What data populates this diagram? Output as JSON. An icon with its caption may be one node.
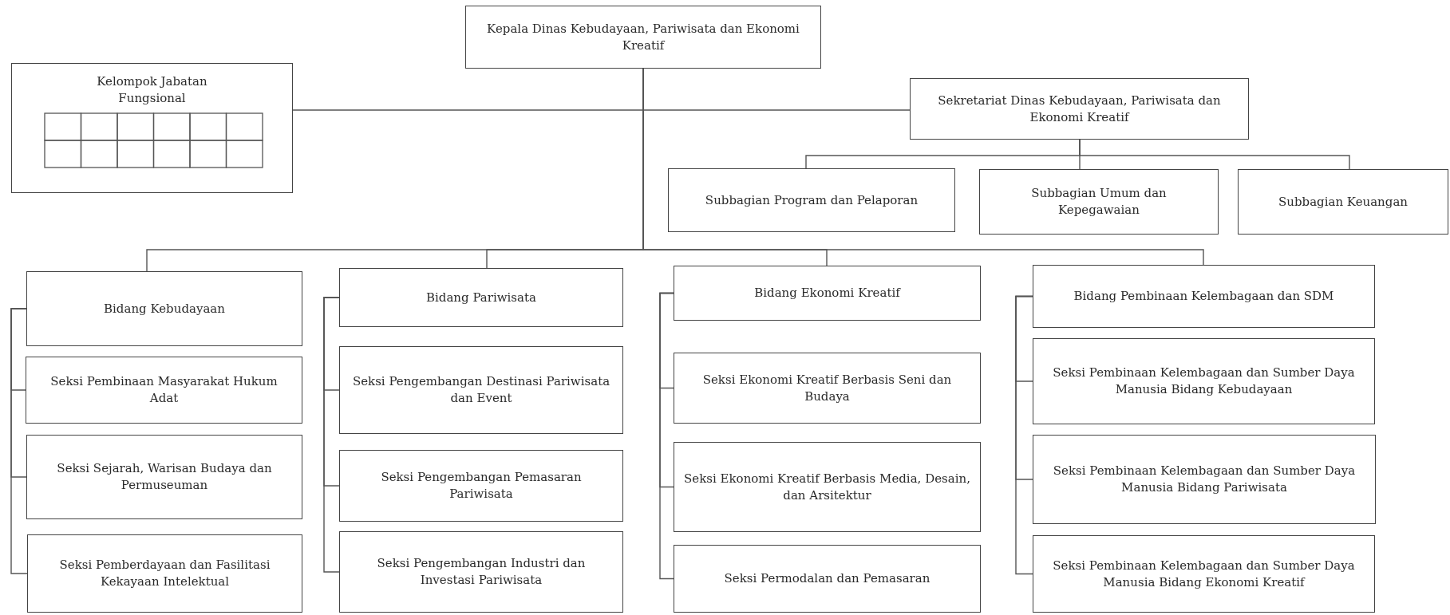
{
  "diagram": {
    "nodes": [
      {
        "text": [
          "Kepala Dinas Kebudayaan, Pariwisata dan Ekonomi Kreatif"
        ]
      },
      {
        "text": [
          "Kelompok Jabatan Fungsional"
        ]
      },
      {
        "text": [
          "Sekretariat Dinas Kebudayaan, Pariwisata dan Ekonomi Kreatif"
        ]
      },
      {
        "text": [
          "Subbagian Program dan Pelaporan"
        ]
      },
      {
        "text": [
          "Subbagian Umum dan Kepegawaian"
        ]
      },
      {
        "text": [
          "Subbagian Keuangan"
        ]
      },
      {
        "text": [
          "Bidang Kebudayaan"
        ]
      },
      {
        "text": [
          "Bidang Pariwisata"
        ]
      },
      {
        "text": [
          "Bidang Ekonomi Kreatif"
        ]
      },
      {
        "text": [
          "Bidang Pembinaan Kelembagaan dan SDM"
        ]
      },
      {
        "text": [
          "Seksi Pembinaan Masyarakat Hukum Adat"
        ]
      },
      {
        "text": [
          "Seksi Sejarah, Warisan Budaya dan Permuseuman"
        ]
      },
      {
        "text": [
          "Seksi Pemberdayaan dan Fasilitasi Kekayaan Intelektual"
        ]
      },
      {
        "text": [
          "Seksi Pengembangan Destinasi Pariwisata dan Event"
        ]
      },
      {
        "text": [
          "Seksi Pengembangan Pemasaran Pariwisata"
        ]
      },
      {
        "text": [
          "Seksi Pengembangan Industri dan Investasi Pariwisata"
        ]
      },
      {
        "text": [
          "Seksi Ekonomi Kreatif Berbasis Seni dan Budaya"
        ]
      },
      {
        "text": [
          "Seksi Ekonomi Kreatif Berbasis Media, Desain, dan Arsitektur"
        ]
      },
      {
        "text": [
          "Seksi Permodalan dan Pemasaran"
        ]
      },
      {
        "text": [
          "Seksi Pembinaan Kelembagaan dan Sumber Daya Manusia Bidang Kebudayaan"
        ]
      },
      {
        "text": [
          "Seksi Pembinaan Kelembagaan dan Sumber Daya Manusia Bidang Pariwisata"
        ]
      },
      {
        "text": [
          "Seksi Pembinaan Kelembagaan dan Sumber Daya Manusia Bidang Ekonomi Kreatif"
        ]
      }
    ],
    "edges": [
      {
        "from": 0,
        "to": 1,
        "arrow": "none"
      },
      {
        "from": 0,
        "to": 2,
        "arrow": "none"
      },
      {
        "from": 2,
        "to": 3,
        "arrow": "none"
      },
      {
        "from": 2,
        "to": 4,
        "arrow": "none"
      },
      {
        "from": 2,
        "to": 5,
        "arrow": "none"
      },
      {
        "from": 0,
        "to": 6,
        "arrow": "none"
      },
      {
        "from": 0,
        "to": 7,
        "arrow": "none"
      },
      {
        "from": 0,
        "to": 8,
        "arrow": "none"
      },
      {
        "from": 0,
        "to": 9,
        "arrow": "none"
      },
      {
        "from": 6,
        "to": 10,
        "arrow": "none"
      },
      {
        "from": 6,
        "to": 11,
        "arrow": "none"
      },
      {
        "from": 6,
        "to": 12,
        "arrow": "none"
      },
      {
        "from": 7,
        "to": 13,
        "arrow": "none"
      },
      {
        "from": 7,
        "to": 14,
        "arrow": "none"
      },
      {
        "from": 7,
        "to": 15,
        "arrow": "none"
      },
      {
        "from": 8,
        "to": 16,
        "arrow": "none"
      },
      {
        "from": 8,
        "to": 17,
        "arrow": "none"
      },
      {
        "from": 8,
        "to": 18,
        "arrow": "none"
      },
      {
        "from": 9,
        "to": 19,
        "arrow": "none"
      },
      {
        "from": 9,
        "to": 20,
        "arrow": "none"
      },
      {
        "from": 9,
        "to": 21,
        "arrow": "none"
      }
    ]
  }
}
